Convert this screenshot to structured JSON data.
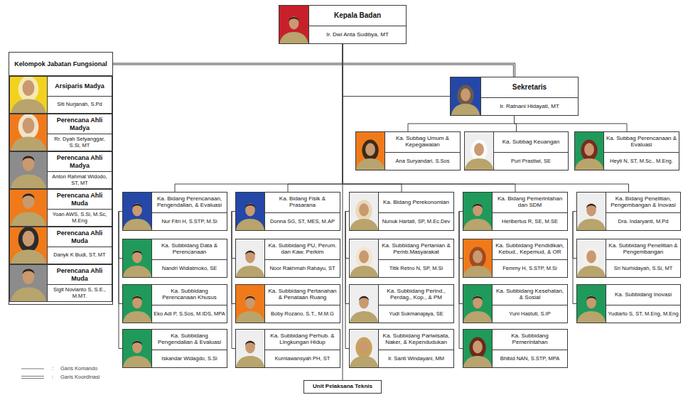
{
  "diagram": {
    "nodes": [
      {
        "text": [
          "Kepala Badan",
          "Ir. Dwi Anta Sudibya, MT"
        ]
      },
      {
        "text": [
          "Kelompok Jabatan Fungsional"
        ]
      },
      {
        "text": [
          "Arsiparis Madya",
          "Siti Nurjanah, S.Pd"
        ],
        "in": 1
      },
      {
        "text": [
          "Perencana Ahli Madya",
          "Rr. Dyah Setyanggar, S.Si, MT"
        ],
        "in": 1
      },
      {
        "text": [
          "Perencana Ahli Madya",
          "Anton Rahmat Widodo, ST, MT"
        ],
        "in": 1
      },
      {
        "text": [
          "Perencana Ahli Muda",
          "Yoan AWS, S.Si, M.Sc, M.Eng"
        ],
        "in": 1
      },
      {
        "text": [
          "Perencana Ahli Muda",
          "Danyk K Budi, ST, MT"
        ],
        "in": 1
      },
      {
        "text": [
          "Perencana Ahli Muda",
          "Sigit Novianto S, S.E., M.MT."
        ],
        "in": 1
      },
      {
        "text": [
          "Sekretaris",
          "Ir. Ratnani Hidayati, MT"
        ]
      },
      {
        "text": [
          "Ka. Subbag Umum & Kepegawaian",
          "Ana Suryandari, S.Sos"
        ]
      },
      {
        "text": [
          "Ka. Subbag Keuangan",
          "Puri Prastiwi, SE"
        ]
      },
      {
        "text": [
          "Ka. Subbag Perencanaan & Evaluasi",
          "Heyti N, ST, M.Sc., M.Eng."
        ]
      },
      {
        "text": [
          "Ka. Bidang Perencanaan, Pengendalian, & Evaluasi",
          "Nur Fitri H, S.STP, M.Si"
        ]
      },
      {
        "text": [
          "Ka. Subbidang Data & Perencanaan",
          "Nandri Widiatmoko, SE"
        ]
      },
      {
        "text": [
          "Ka. Subbidang Perencanaan Khusus",
          "Eko Adi P, S.Sos, M.IDS, MPA"
        ]
      },
      {
        "text": [
          "Ka. Subbidang Pengendalian & Evaluasi",
          "Iskandar Widagdo, S.Si"
        ]
      },
      {
        "text": [
          "Ka. Bidang Fisik & Prasarana",
          "Donna SG, ST, MES, M.AP"
        ]
      },
      {
        "text": [
          "Ka. Subbidang PU, Perum. dan Kaw. Perkim",
          "Noor Rakhmah Rahayu, ST"
        ]
      },
      {
        "text": [
          "Ka. Subbidang Pertanahan & Penataan Ruang",
          "Boby Rozano, S.T., M.M.G"
        ]
      },
      {
        "text": [
          "Ka. Subbidang Perhub. & Lingkungan Hidup",
          "Kurniawansyah PH, ST"
        ]
      },
      {
        "text": [
          "Ka. Bidang Perekonomian",
          "Nunuk Hartati, SP, M.Ec.Dev"
        ]
      },
      {
        "text": [
          "Ka. Subbidang Pertanian & Pemb.Masyarakat",
          "Titik Retno N, SP, M.Si"
        ]
      },
      {
        "text": [
          "Ka. Subbidang Perind., Perdag., Kop., & PM",
          "Yudi Sukmanajaya, SE"
        ]
      },
      {
        "text": [
          "Ka. Subbidang Pariwisata, Naker, & Kependudukan",
          "Ir. Santi Windayani, MM"
        ]
      },
      {
        "text": [
          "Ka. Bidang Pemerintahan dan SDM",
          "Heribertus R, SE, M.SE"
        ]
      },
      {
        "text": [
          "Ka. Subbidang Pendidikan, Kebud., Kepemud, & OR",
          "Femmy H, S.STP, M.Si"
        ]
      },
      {
        "text": [
          "Ka. Subbidang Kesehatan, & Sosial",
          "Yuni Hastuti, S.IP"
        ]
      },
      {
        "text": [
          "Ka. Subbidang Pemerintahan",
          "Bhibid NAN, S.STP, MPA"
        ]
      },
      {
        "text": [
          "Ka. Bidang Penelitian, Pengembangan & Inovasi",
          "Dra. Indaryanti, M.Pd"
        ]
      },
      {
        "text": [
          "Ka. Subbidang Penelitian & Pengembangan",
          "Sri Nurhidayah, S.Si, MT"
        ]
      },
      {
        "text": [
          "Ka. Subbidang Inovasi",
          "Yudiarto S, ST, M.Eng, M.Eng"
        ]
      },
      {
        "text": [
          "Unit Pelaksana Teknis"
        ]
      }
    ],
    "edges": [
      {
        "from": 1,
        "to": 8,
        "arrow": "none"
      },
      {
        "from": 0,
        "to": 8,
        "arrow": "none"
      },
      {
        "from": 8,
        "to": 9,
        "arrow": "none"
      },
      {
        "from": 8,
        "to": 10,
        "arrow": "none"
      },
      {
        "from": 8,
        "to": 11,
        "arrow": "none"
      },
      {
        "from": 0,
        "to": 12,
        "arrow": "none"
      },
      {
        "from": 0,
        "to": 16,
        "arrow": "none"
      },
      {
        "from": 0,
        "to": 20,
        "arrow": "none"
      },
      {
        "from": 0,
        "to": 24,
        "arrow": "none"
      },
      {
        "from": 0,
        "to": 28,
        "arrow": "none"
      },
      {
        "from": 12,
        "to": 13,
        "arrow": "none"
      },
      {
        "from": 12,
        "to": 14,
        "arrow": "none"
      },
      {
        "from": 12,
        "to": 15,
        "arrow": "none"
      },
      {
        "from": 16,
        "to": 17,
        "arrow": "none"
      },
      {
        "from": 16,
        "to": 18,
        "arrow": "none"
      },
      {
        "from": 16,
        "to": 19,
        "arrow": "none"
      },
      {
        "from": 20,
        "to": 21,
        "arrow": "none"
      },
      {
        "from": 20,
        "to": 22,
        "arrow": "none"
      },
      {
        "from": 20,
        "to": 23,
        "arrow": "none"
      },
      {
        "from": 24,
        "to": 25,
        "arrow": "none"
      },
      {
        "from": 24,
        "to": 26,
        "arrow": "none"
      },
      {
        "from": 24,
        "to": 27,
        "arrow": "none"
      },
      {
        "from": 28,
        "to": 29,
        "arrow": "none"
      },
      {
        "from": 28,
        "to": 30,
        "arrow": "none"
      },
      {
        "from": 0,
        "to": 31,
        "arrow": "none"
      }
    ],
    "labels": [
      ":",
      ":"
    ],
    "legend": [
      {
        "text": "Garis Komando"
      },
      {
        "text": "Garis Koordinasi"
      }
    ]
  }
}
